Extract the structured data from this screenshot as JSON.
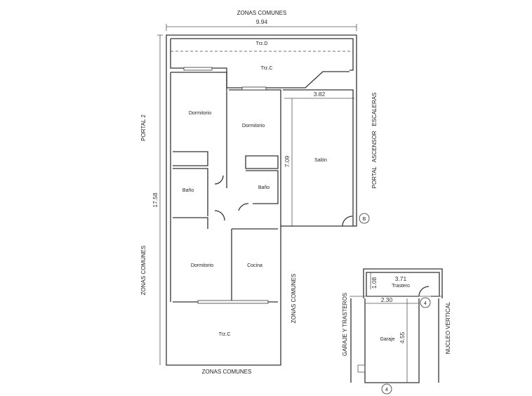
{
  "plan": {
    "top_label": "ZONAS COMUNES",
    "bottom_label": "ZONAS COMUNES",
    "left_label": "ZONAS COMUNES",
    "inner_label": "ZONAS COMUNES",
    "portal2": "PORTAL 2",
    "right_label": "PORTAL   ASCENSOR   ESCALERAS",
    "width_dim": "9.94",
    "height_dim": "17.58",
    "salon_width_dim": "3.82",
    "salon_height_dim": "7.09",
    "marker_b": "B",
    "rooms": {
      "trz_d": "Trz.D",
      "trz_c_top": "Trz.C",
      "dormitorio_1": "Dormitorio",
      "dormitorio_2": "Dormitorio",
      "dormitorio_3": "Dormitorio",
      "bano_1": "Baño",
      "bano_2": "Baño",
      "salon": "Salón",
      "cocina": "Cocina",
      "trz_c_bottom": "Trz.C"
    }
  },
  "garage": {
    "left_label": "GARAJE Y TRASTEROS",
    "right_label": "NUCLEO VERTICAL",
    "trastero": "Trastero",
    "trastero_width": "3.71",
    "trastero_depth": "1.08",
    "garaje": "Garaje",
    "garaje_width": "2.30",
    "garaje_length": "4.55",
    "marker_1": "4",
    "marker_2": "4"
  }
}
